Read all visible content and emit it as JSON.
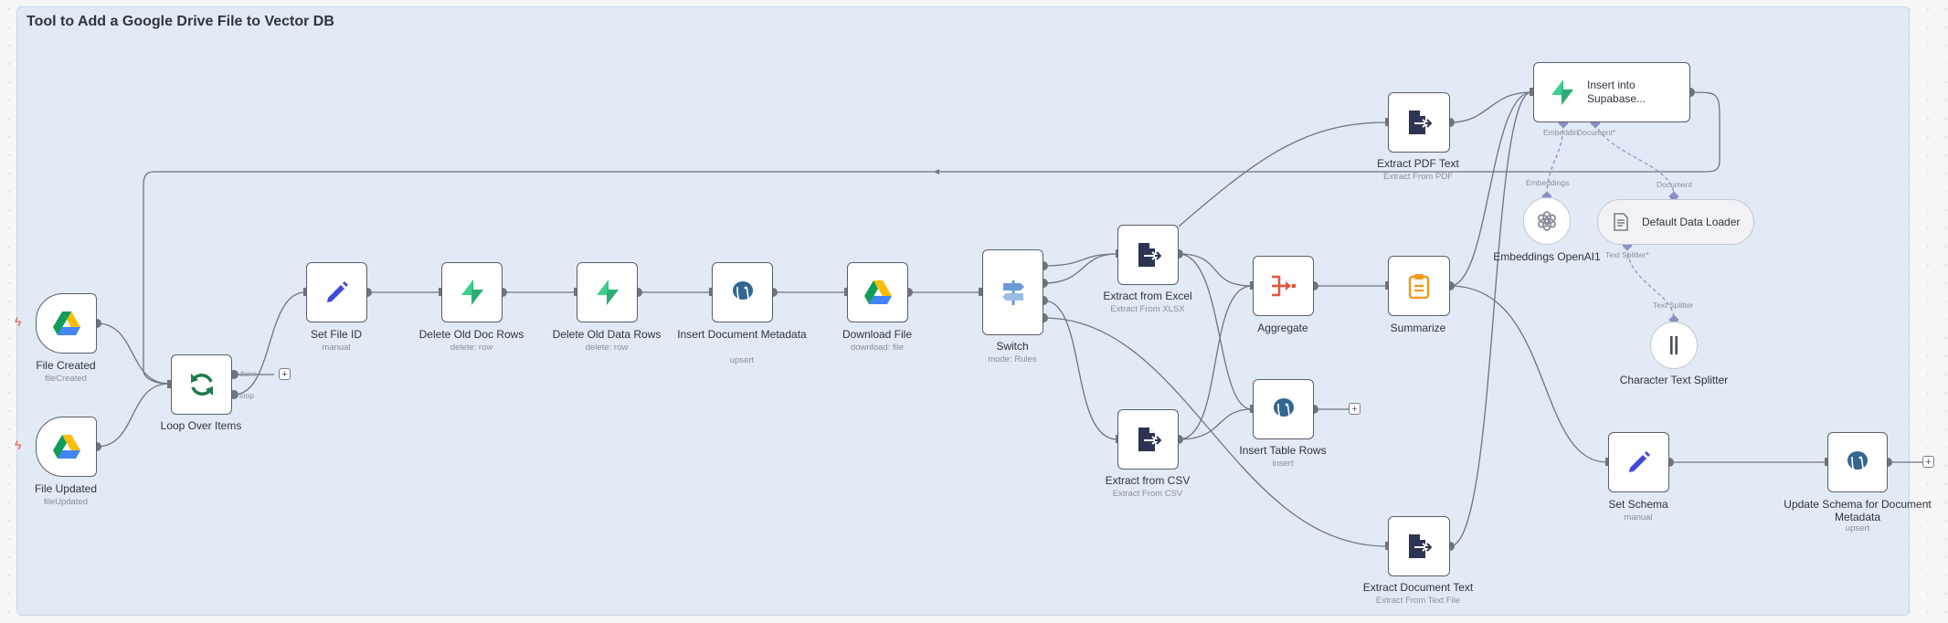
{
  "workflow": {
    "title": "Tool to Add a Google Drive File to Vector DB"
  },
  "nodes": {
    "file_created": {
      "label": "File Created",
      "sub": "fileCreated"
    },
    "file_updated": {
      "label": "File Updated",
      "sub": "fileUpdated"
    },
    "loop_over_items": {
      "label": "Loop Over Items",
      "port_done": "done",
      "port_loop": "loop"
    },
    "set_file_id": {
      "label": "Set File ID",
      "sub": "manual"
    },
    "delete_old_doc_rows": {
      "label": "Delete Old Doc Rows",
      "sub": "delete: row"
    },
    "delete_old_data_rows": {
      "label": "Delete Old Data Rows",
      "sub": "delete: row"
    },
    "insert_document_metadata": {
      "label": "Insert Document Metadata",
      "sub": "upsert"
    },
    "download_file": {
      "label": "Download File",
      "sub": "download: file"
    },
    "switch": {
      "label": "Switch",
      "sub": "mode: Rules"
    },
    "extract_pdf_text": {
      "label": "Extract PDF Text",
      "sub": "Extract From PDF"
    },
    "extract_from_excel": {
      "label": "Extract from Excel",
      "sub": "Extract From XLSX"
    },
    "extract_from_csv": {
      "label": "Extract from CSV",
      "sub": "Extract From CSV"
    },
    "aggregate": {
      "label": "Aggregate"
    },
    "summarize": {
      "label": "Summarize"
    },
    "insert_table_rows": {
      "label": "Insert Table Rows",
      "sub": "insert"
    },
    "extract_document_text": {
      "label": "Extract Document Text",
      "sub": "Extract From Text File"
    },
    "insert_into_supabase": {
      "label": "Insert into Supabase...",
      "port_embedding": "Embeddin",
      "port_document": "Document*"
    },
    "embeddings_openai": {
      "label": "Embeddings OpenAI1",
      "port_top": "Embeddings"
    },
    "default_data_loader": {
      "label": "Default Data Loader",
      "port_top": "Document",
      "port_bottom": "Text Splitter*"
    },
    "character_text_splitter": {
      "label": "Character Text Splitter",
      "port_top": "Text Splitter"
    },
    "set_schema": {
      "label": "Set Schema",
      "sub": "manual"
    },
    "update_schema": {
      "label": "Update Schema for Document Metadata",
      "sub": "upsert"
    }
  },
  "icons": {
    "google_drive": "google-drive-icon",
    "loop": "refresh-icon",
    "edit": "pencil-icon",
    "supabase": "supabase-bolt-icon",
    "postgres": "postgres-elephant-icon",
    "switch": "signpost-icon",
    "extract": "file-export-icon",
    "aggregate": "aggregate-icon",
    "summarize": "clipboard-icon",
    "openai": "openai-icon",
    "document": "document-icon",
    "splitter": "splitter-icon",
    "trigger": "lightning-icon",
    "plus": "plus-icon"
  },
  "colors": {
    "frame_bg": "#e1eaf5",
    "wire": "#6f7480",
    "sub_wire": "#8b8fc7",
    "supabase_green": "#3ecf8e",
    "pencil_blue": "#3f4bd8",
    "postgres_blue": "#336791",
    "loop_green": "#1f7a4d",
    "extract_navy": "#2d3352",
    "aggregate_red": "#e8553d",
    "summarize_orange": "#f09a1c",
    "trigger_red": "#f05a3a"
  },
  "ui": {
    "plus": "+",
    "bolt": "ϟ"
  }
}
